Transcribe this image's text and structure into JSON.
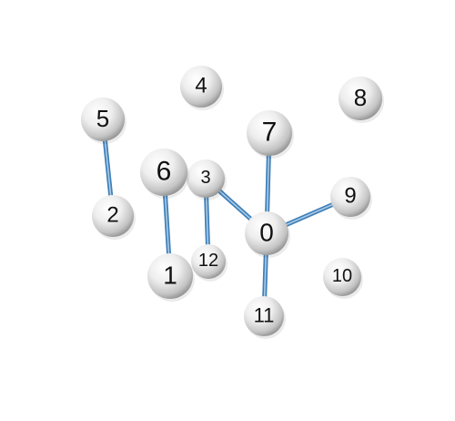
{
  "graph": {
    "nodes": [
      {
        "id": "0",
        "label": "0"
      },
      {
        "id": "1",
        "label": "1"
      },
      {
        "id": "2",
        "label": "2"
      },
      {
        "id": "3",
        "label": "3"
      },
      {
        "id": "4",
        "label": "4"
      },
      {
        "id": "5",
        "label": "5"
      },
      {
        "id": "6",
        "label": "6"
      },
      {
        "id": "7",
        "label": "7"
      },
      {
        "id": "8",
        "label": "8"
      },
      {
        "id": "9",
        "label": "9"
      },
      {
        "id": "10",
        "label": "10"
      },
      {
        "id": "11",
        "label": "11"
      },
      {
        "id": "12",
        "label": "12"
      }
    ],
    "edges": [
      {
        "from": "5",
        "to": "2"
      },
      {
        "from": "6",
        "to": "1"
      },
      {
        "from": "3",
        "to": "12"
      },
      {
        "from": "3",
        "to": "0"
      },
      {
        "from": "7",
        "to": "0"
      },
      {
        "from": "9",
        "to": "0"
      },
      {
        "from": "0",
        "to": "11"
      }
    ],
    "colors": {
      "edge": "#3f7fb8",
      "sphere_light": "#ffffff",
      "sphere_mid": "#dcdcdc",
      "sphere_dark": "#8f8f8f",
      "label": "#111111"
    }
  }
}
